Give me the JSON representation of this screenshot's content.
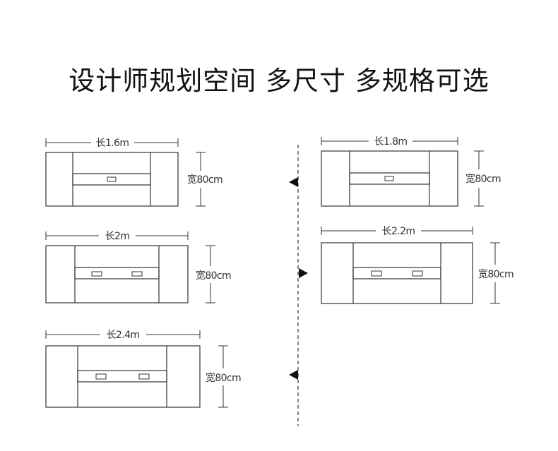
{
  "title": "设计师规划空间 多尺寸 多规格可选",
  "desks": [
    {
      "length_label": "长1.6m",
      "width_label": "宽80cm",
      "drawers": 1
    },
    {
      "length_label": "长1.8m",
      "width_label": "宽80cm",
      "drawers": 1
    },
    {
      "length_label": "长2m",
      "width_label": "宽80cm",
      "drawers": 2
    },
    {
      "length_label": "长2.2m",
      "width_label": "宽80cm",
      "drawers": 2
    },
    {
      "length_label": "长2.4m",
      "width_label": "宽80cm",
      "drawers": 2
    }
  ]
}
